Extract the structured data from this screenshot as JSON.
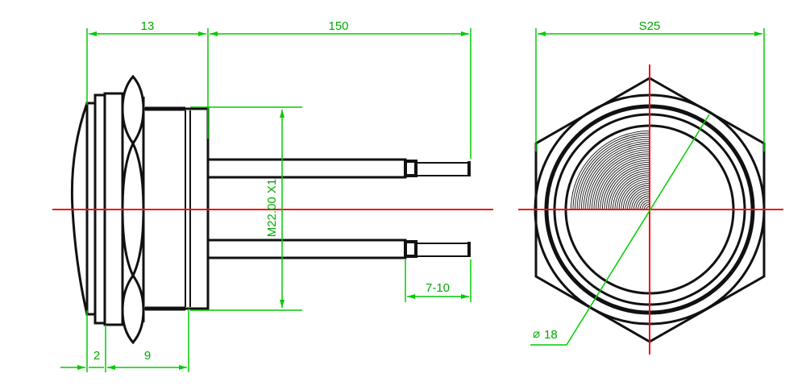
{
  "colors": {
    "outline": "#111111",
    "dimension": "#00cc00",
    "centerline": "#ee1111",
    "background": "#ffffff"
  },
  "side_view": {
    "dims": {
      "bezel_depth": "13",
      "lead_length": "150",
      "thread": "M22.00 X1",
      "strip_length": "7-10",
      "gap": "2",
      "nut_width": "9"
    }
  },
  "front_view": {
    "dims": {
      "across_flats": "S25",
      "diameter": "18"
    },
    "diameter_symbol": "⌀"
  }
}
